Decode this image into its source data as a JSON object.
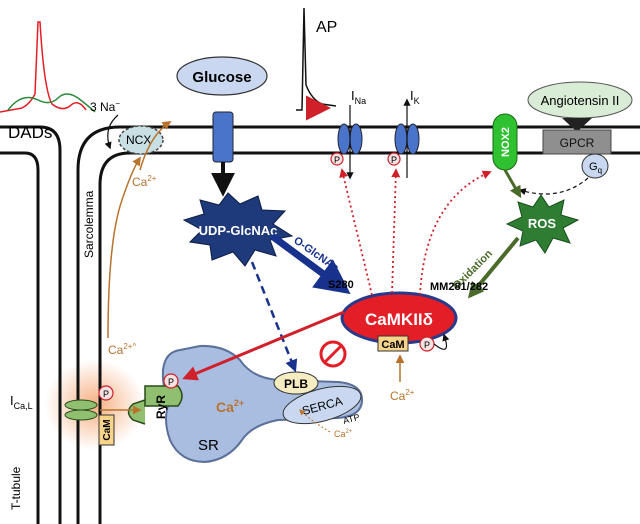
{
  "labels": {
    "dads": "DADs",
    "na3": "3 Na",
    "na3_sup": "−",
    "ncx": "NCX",
    "ca": "Ca",
    "ca_sup": "2+",
    "ca_sup_caret": "2+^",
    "sarcolemma": "Sarcolemma",
    "glucose": "Glucose",
    "ap": "AP",
    "ina_main": "I",
    "ina_sub": "Na",
    "ik_main": "I",
    "ik_sub": "K",
    "angiotensin": "Angiotensin II",
    "nox2": "NOX2",
    "gpcr": "GPCR",
    "gq_main": "G",
    "gq_sub": "q",
    "p": "P",
    "udp": "UDP-GlcNAc",
    "oglcnac": "O-GlcNAc",
    "s280": "S280",
    "ros": "ROS",
    "oxidation": "Oxidation",
    "mm": "MM281/282",
    "camkii": "CaMKIIδ",
    "cam": "CaM",
    "plb": "PLB",
    "serca": "SERCA",
    "atp": "ATP",
    "ryr": "RyR",
    "sr": "SR",
    "ical_main": "I",
    "ical_sub": "Ca,L",
    "ttubule": "T-tubule"
  },
  "colors": {
    "membrane": "#111111",
    "camkii_fill": "#e41e26",
    "glcnac_fill": "#1f3a7a",
    "glcnac_arrow": "#17318c",
    "ros_fill": "#2e7d32",
    "nox2_fill": "#2fc12f",
    "oxidation_arrow": "#4a6b2a",
    "orange_arrow": "#b8732d",
    "sr_fill": "#a9bde0",
    "sr_stroke": "#5a6f99",
    "channel_fill": "#4a74c9",
    "glucose_fill": "#c9d8f0",
    "angiotensin_fill": "#d8ecd6",
    "gpcr_fill": "#8f8f8f",
    "cam_fill": "#f7d48a",
    "plb_fill": "#f5ecc2",
    "dads_trace": "#e41e26",
    "dotted_red": "#d0202a",
    "inhibit": "#e41e26"
  }
}
